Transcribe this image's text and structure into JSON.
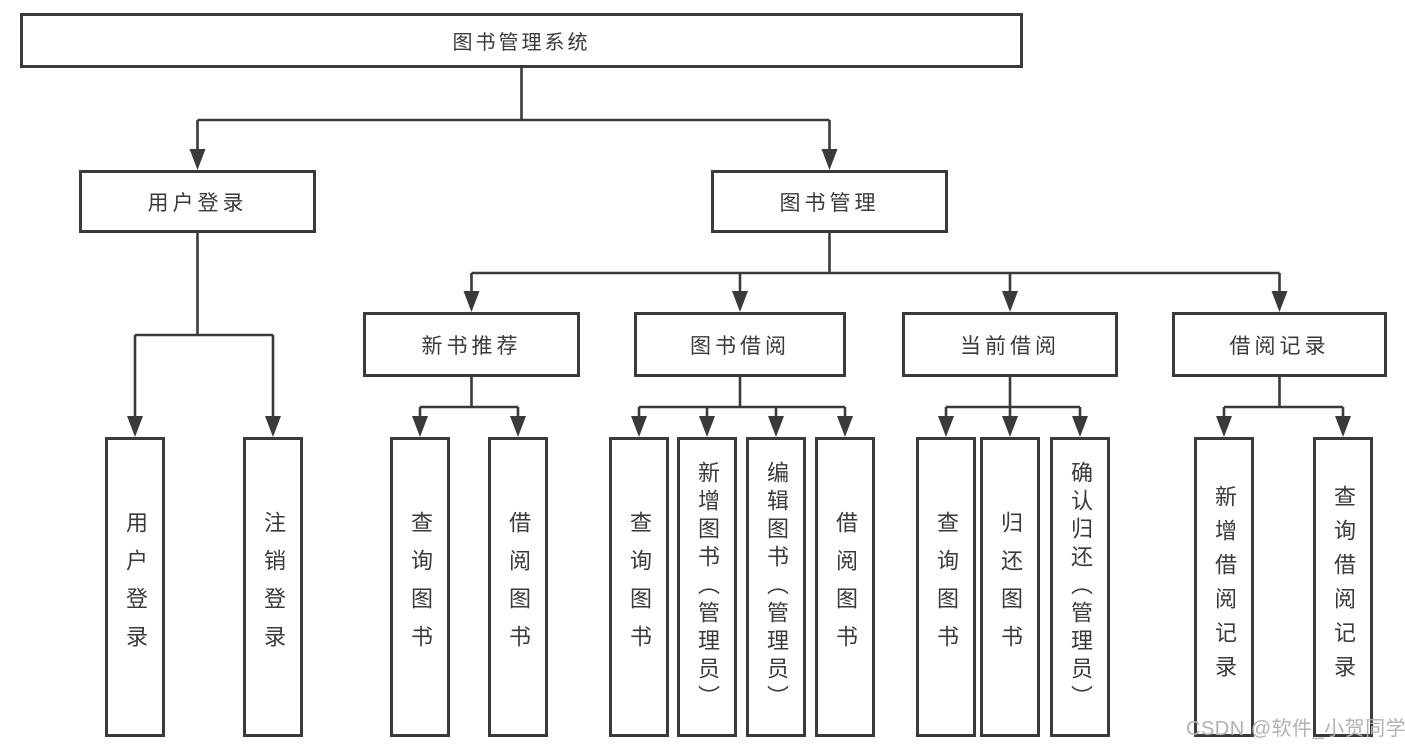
{
  "nodes": {
    "root": "图书管理系统",
    "user_login": "用户登录",
    "book_mgmt": "图书管理",
    "new_book_rec": "新书推荐",
    "book_borrow": "图书借阅",
    "current_borrow": "当前借阅",
    "borrow_record": "借阅记录",
    "login_user": "用户登录",
    "login_logout": "注销登录",
    "nb_query": "查询图书",
    "nb_borrow": "借阅图书",
    "bb_query": "查询图书",
    "bb_add": "新增图书（管理员）",
    "bb_edit": "编辑图书（管理员）",
    "bb_borrow": "借阅图书",
    "cb_query": "查询图书",
    "cb_return": "归还图书",
    "cb_confirm": "确认归还（管理员）",
    "br_add": "新增借阅记录",
    "br_query": "查询借阅记录"
  },
  "watermark": "CSDN @软件_小贺同学",
  "colors": {
    "line": "#3a3a3a",
    "text": "#3a3a3a",
    "background": "#ffffff",
    "watermark": "#b2b2b2"
  }
}
